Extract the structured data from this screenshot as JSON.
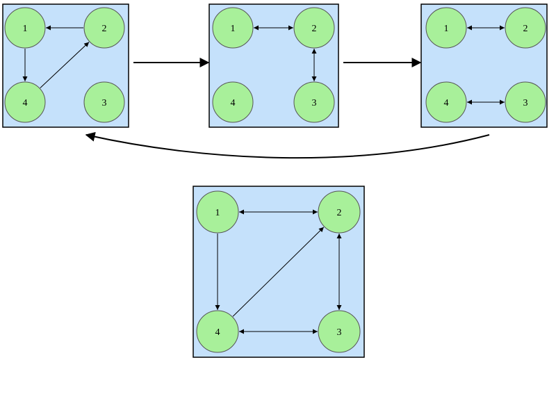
{
  "colors": {
    "panel_fill": "#c5e1fb",
    "panel_stroke": "#000000",
    "node_fill": "#a8f09a",
    "node_stroke": "#555555",
    "edge": "#000000"
  },
  "panels": [
    {
      "id": "panel-1",
      "nodes": [
        {
          "id": "1",
          "label": "1"
        },
        {
          "id": "2",
          "label": "2"
        },
        {
          "id": "3",
          "label": "3"
        },
        {
          "id": "4",
          "label": "4"
        }
      ],
      "edges": [
        {
          "from": "2",
          "to": "1",
          "bidirectional": false
        },
        {
          "from": "1",
          "to": "4",
          "bidirectional": false
        },
        {
          "from": "4",
          "to": "2",
          "bidirectional": false
        }
      ]
    },
    {
      "id": "panel-2",
      "nodes": [
        {
          "id": "1",
          "label": "1"
        },
        {
          "id": "2",
          "label": "2"
        },
        {
          "id": "3",
          "label": "3"
        },
        {
          "id": "4",
          "label": "4"
        }
      ],
      "edges": [
        {
          "from": "1",
          "to": "2",
          "bidirectional": true
        },
        {
          "from": "2",
          "to": "3",
          "bidirectional": true
        }
      ]
    },
    {
      "id": "panel-3",
      "nodes": [
        {
          "id": "1",
          "label": "1"
        },
        {
          "id": "2",
          "label": "2"
        },
        {
          "id": "3",
          "label": "3"
        },
        {
          "id": "4",
          "label": "4"
        }
      ],
      "edges": [
        {
          "from": "1",
          "to": "2",
          "bidirectional": true
        },
        {
          "from": "4",
          "to": "3",
          "bidirectional": true
        }
      ]
    },
    {
      "id": "panel-4",
      "nodes": [
        {
          "id": "1",
          "label": "1"
        },
        {
          "id": "2",
          "label": "2"
        },
        {
          "id": "3",
          "label": "3"
        },
        {
          "id": "4",
          "label": "4"
        }
      ],
      "edges": [
        {
          "from": "1",
          "to": "2",
          "bidirectional": true
        },
        {
          "from": "1",
          "to": "4",
          "bidirectional": false
        },
        {
          "from": "4",
          "to": "2",
          "bidirectional": false
        },
        {
          "from": "2",
          "to": "3",
          "bidirectional": true
        },
        {
          "from": "4",
          "to": "3",
          "bidirectional": true
        }
      ]
    }
  ],
  "transitions": [
    {
      "from": "panel-1",
      "to": "panel-2"
    },
    {
      "from": "panel-2",
      "to": "panel-3"
    },
    {
      "from": "panel-3",
      "to": "panel-1"
    }
  ]
}
